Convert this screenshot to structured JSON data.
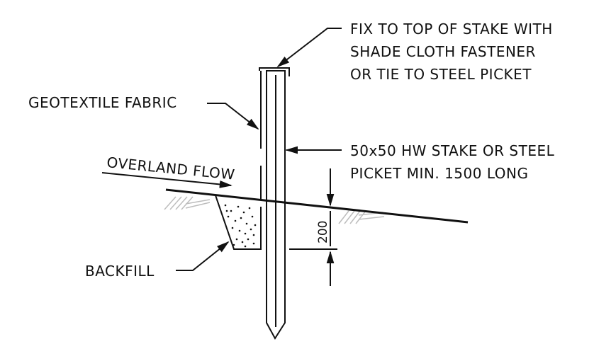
{
  "labels": {
    "fix_line1": "FIX TO TOP OF STAKE WITH",
    "fix_line2": "SHADE CLOTH FASTENER",
    "fix_line3": "OR TIE TO STEEL PICKET",
    "geotextile": "GEOTEXTILE FABRIC",
    "stake_line1": "50x50 HW STAKE OR STEEL",
    "stake_line2": "PICKET MIN. 1500 LONG",
    "overland_flow": "OVERLAND FLOW",
    "backfill": "BACKFILL",
    "dimension_200": "200"
  },
  "colors": {
    "line": "#111111",
    "hatch": "#bdbdbd"
  }
}
